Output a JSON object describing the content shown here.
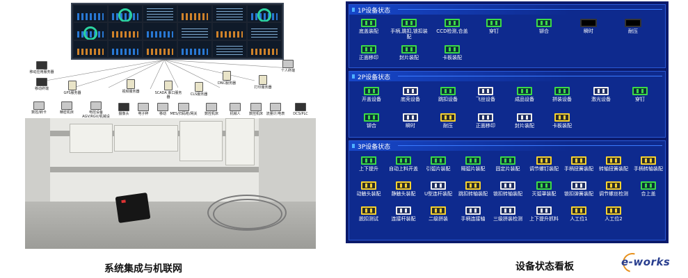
{
  "left": {
    "caption": "系统集成与机联网",
    "network_nodes": [
      "移动应用服务器",
      "移动终端",
      "GPS服务器",
      "视频服务器",
      "SCADA 串口服务器",
      "CLS服务器",
      "DNC服务器",
      "打印服务器",
      "个人终端",
      "数控/刷卡",
      "精密机床",
      "电控设备 AGV/RGV/机械设备",
      "摄像头",
      "电子秤",
      "移动",
      "MES/扫码枪/网关",
      "数控机床",
      "机械人",
      "数控机床",
      "流量计/电表",
      "DCS/PLC"
    ]
  },
  "right": {
    "caption": "设备状态看板",
    "sections": [
      {
        "title": "1P设备状态",
        "devices": [
          {
            "label": "底盖装配",
            "status": "green"
          },
          {
            "label": "手柄,跳扣,锁扣装配",
            "status": "green"
          },
          {
            "label": "CCD检测,合盖",
            "status": "green"
          },
          {
            "label": "穿钉",
            "status": "green"
          },
          {
            "label": "铆合",
            "status": "green"
          },
          {
            "label": "瞬时",
            "status": "black"
          },
          {
            "label": "耐压",
            "status": "black"
          },
          {
            "label": "正面移印",
            "status": "green"
          },
          {
            "label": "封片装配",
            "status": "green"
          },
          {
            "label": "卡板装配",
            "status": "green"
          }
        ]
      },
      {
        "title": "2P设备状态",
        "devices": [
          {
            "label": "开盖设备",
            "status": "green"
          },
          {
            "label": "底壳设备",
            "status": "white"
          },
          {
            "label": "跳扣设备",
            "status": "green"
          },
          {
            "label": "飞丝设备",
            "status": "white"
          },
          {
            "label": "成品设备",
            "status": "green"
          },
          {
            "label": "拼装设备",
            "status": "green"
          },
          {
            "label": "激光设备",
            "status": "white"
          },
          {
            "label": "穿钉",
            "status": "green"
          },
          {
            "label": "铆合",
            "status": "green"
          },
          {
            "label": "瞬时",
            "status": "white"
          },
          {
            "label": "耐压",
            "status": "yellow"
          },
          {
            "label": "正面移印",
            "status": "white"
          },
          {
            "label": "封片装配",
            "status": "white"
          },
          {
            "label": "卡板装配",
            "status": "yellow"
          }
        ]
      },
      {
        "title": "3P设备状态",
        "devices": [
          {
            "label": "上下提升",
            "status": "green"
          },
          {
            "label": "自动上料开盖",
            "status": "green"
          },
          {
            "label": "引弧片装配",
            "status": "green"
          },
          {
            "label": "隔弧片装配",
            "status": "green"
          },
          {
            "label": "固定片装配",
            "status": "green"
          },
          {
            "label": "调节螺钉装配",
            "status": "yellow"
          },
          {
            "label": "手柄扭簧装配",
            "status": "yellow"
          },
          {
            "label": "转轴扭簧装配",
            "status": "yellow"
          },
          {
            "label": "手柄转轴装配",
            "status": "yellow"
          },
          {
            "label": "动触头装配",
            "status": "yellow"
          },
          {
            "label": "静触头装配",
            "status": "yellow"
          },
          {
            "label": "U型连杆装配",
            "status": "white"
          },
          {
            "label": "跳扣转轴装配",
            "status": "yellow"
          },
          {
            "label": "锁扣转轴装配",
            "status": "white"
          },
          {
            "label": "灭弧罩装配",
            "status": "green"
          },
          {
            "label": "锁扣弹簧装配",
            "status": "white"
          },
          {
            "label": "调节螺丝检测",
            "status": "yellow"
          },
          {
            "label": "合上盖",
            "status": "green"
          },
          {
            "label": "脱扣测试",
            "status": "yellow"
          },
          {
            "label": "连接杆装配",
            "status": "white"
          },
          {
            "label": "二级拼装",
            "status": "yellow"
          },
          {
            "label": "手柄连接轴",
            "status": "white"
          },
          {
            "label": "三级拼装检测",
            "status": "white"
          },
          {
            "label": "上下提升抓料",
            "status": "white"
          },
          {
            "label": "人工位1",
            "status": "yellow"
          },
          {
            "label": "人工位2",
            "status": "yellow"
          }
        ]
      }
    ]
  },
  "watermark": "e-works"
}
